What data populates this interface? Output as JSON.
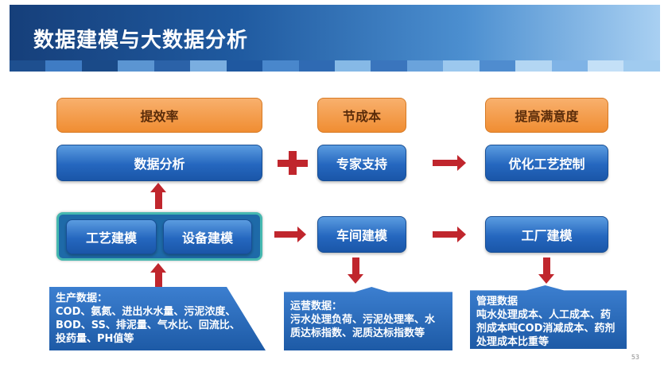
{
  "header": {
    "title": "数据建模与大数据分析"
  },
  "top_row": {
    "left": "提效率",
    "middle": "节成本",
    "right": "提高满意度"
  },
  "mid_row": {
    "left": "数据分析",
    "middle": "专家支持",
    "right": "优化工艺控制"
  },
  "model_row": {
    "process": "工艺建模",
    "equipment": "设备建模",
    "workshop": "车间建模",
    "plant": "工厂建模"
  },
  "callouts": {
    "production": {
      "title": "生产数据：",
      "lines": [
        "COD、氨氮、进出水水量、污泥浓度、",
        "BOD、SS、排泥量、气水比、回流比、",
        "投药量、PH值等"
      ]
    },
    "operation": {
      "title": "运营数据：",
      "lines": [
        "污水处理负荷、污泥处理率、水",
        "质达标指数、泥质达标指数等"
      ]
    },
    "management": {
      "title": "管理数据",
      "lines": [
        "吨水处理成本、人工成本、药",
        "剂成本吨COD消减成本、药剂",
        "处理成本比重等"
      ]
    }
  },
  "page_number": "53",
  "colors": {
    "accent_red": "#c0262d",
    "orange": "#f39a45",
    "blue": "#2567bf",
    "teal_border": "#46b8b0"
  }
}
